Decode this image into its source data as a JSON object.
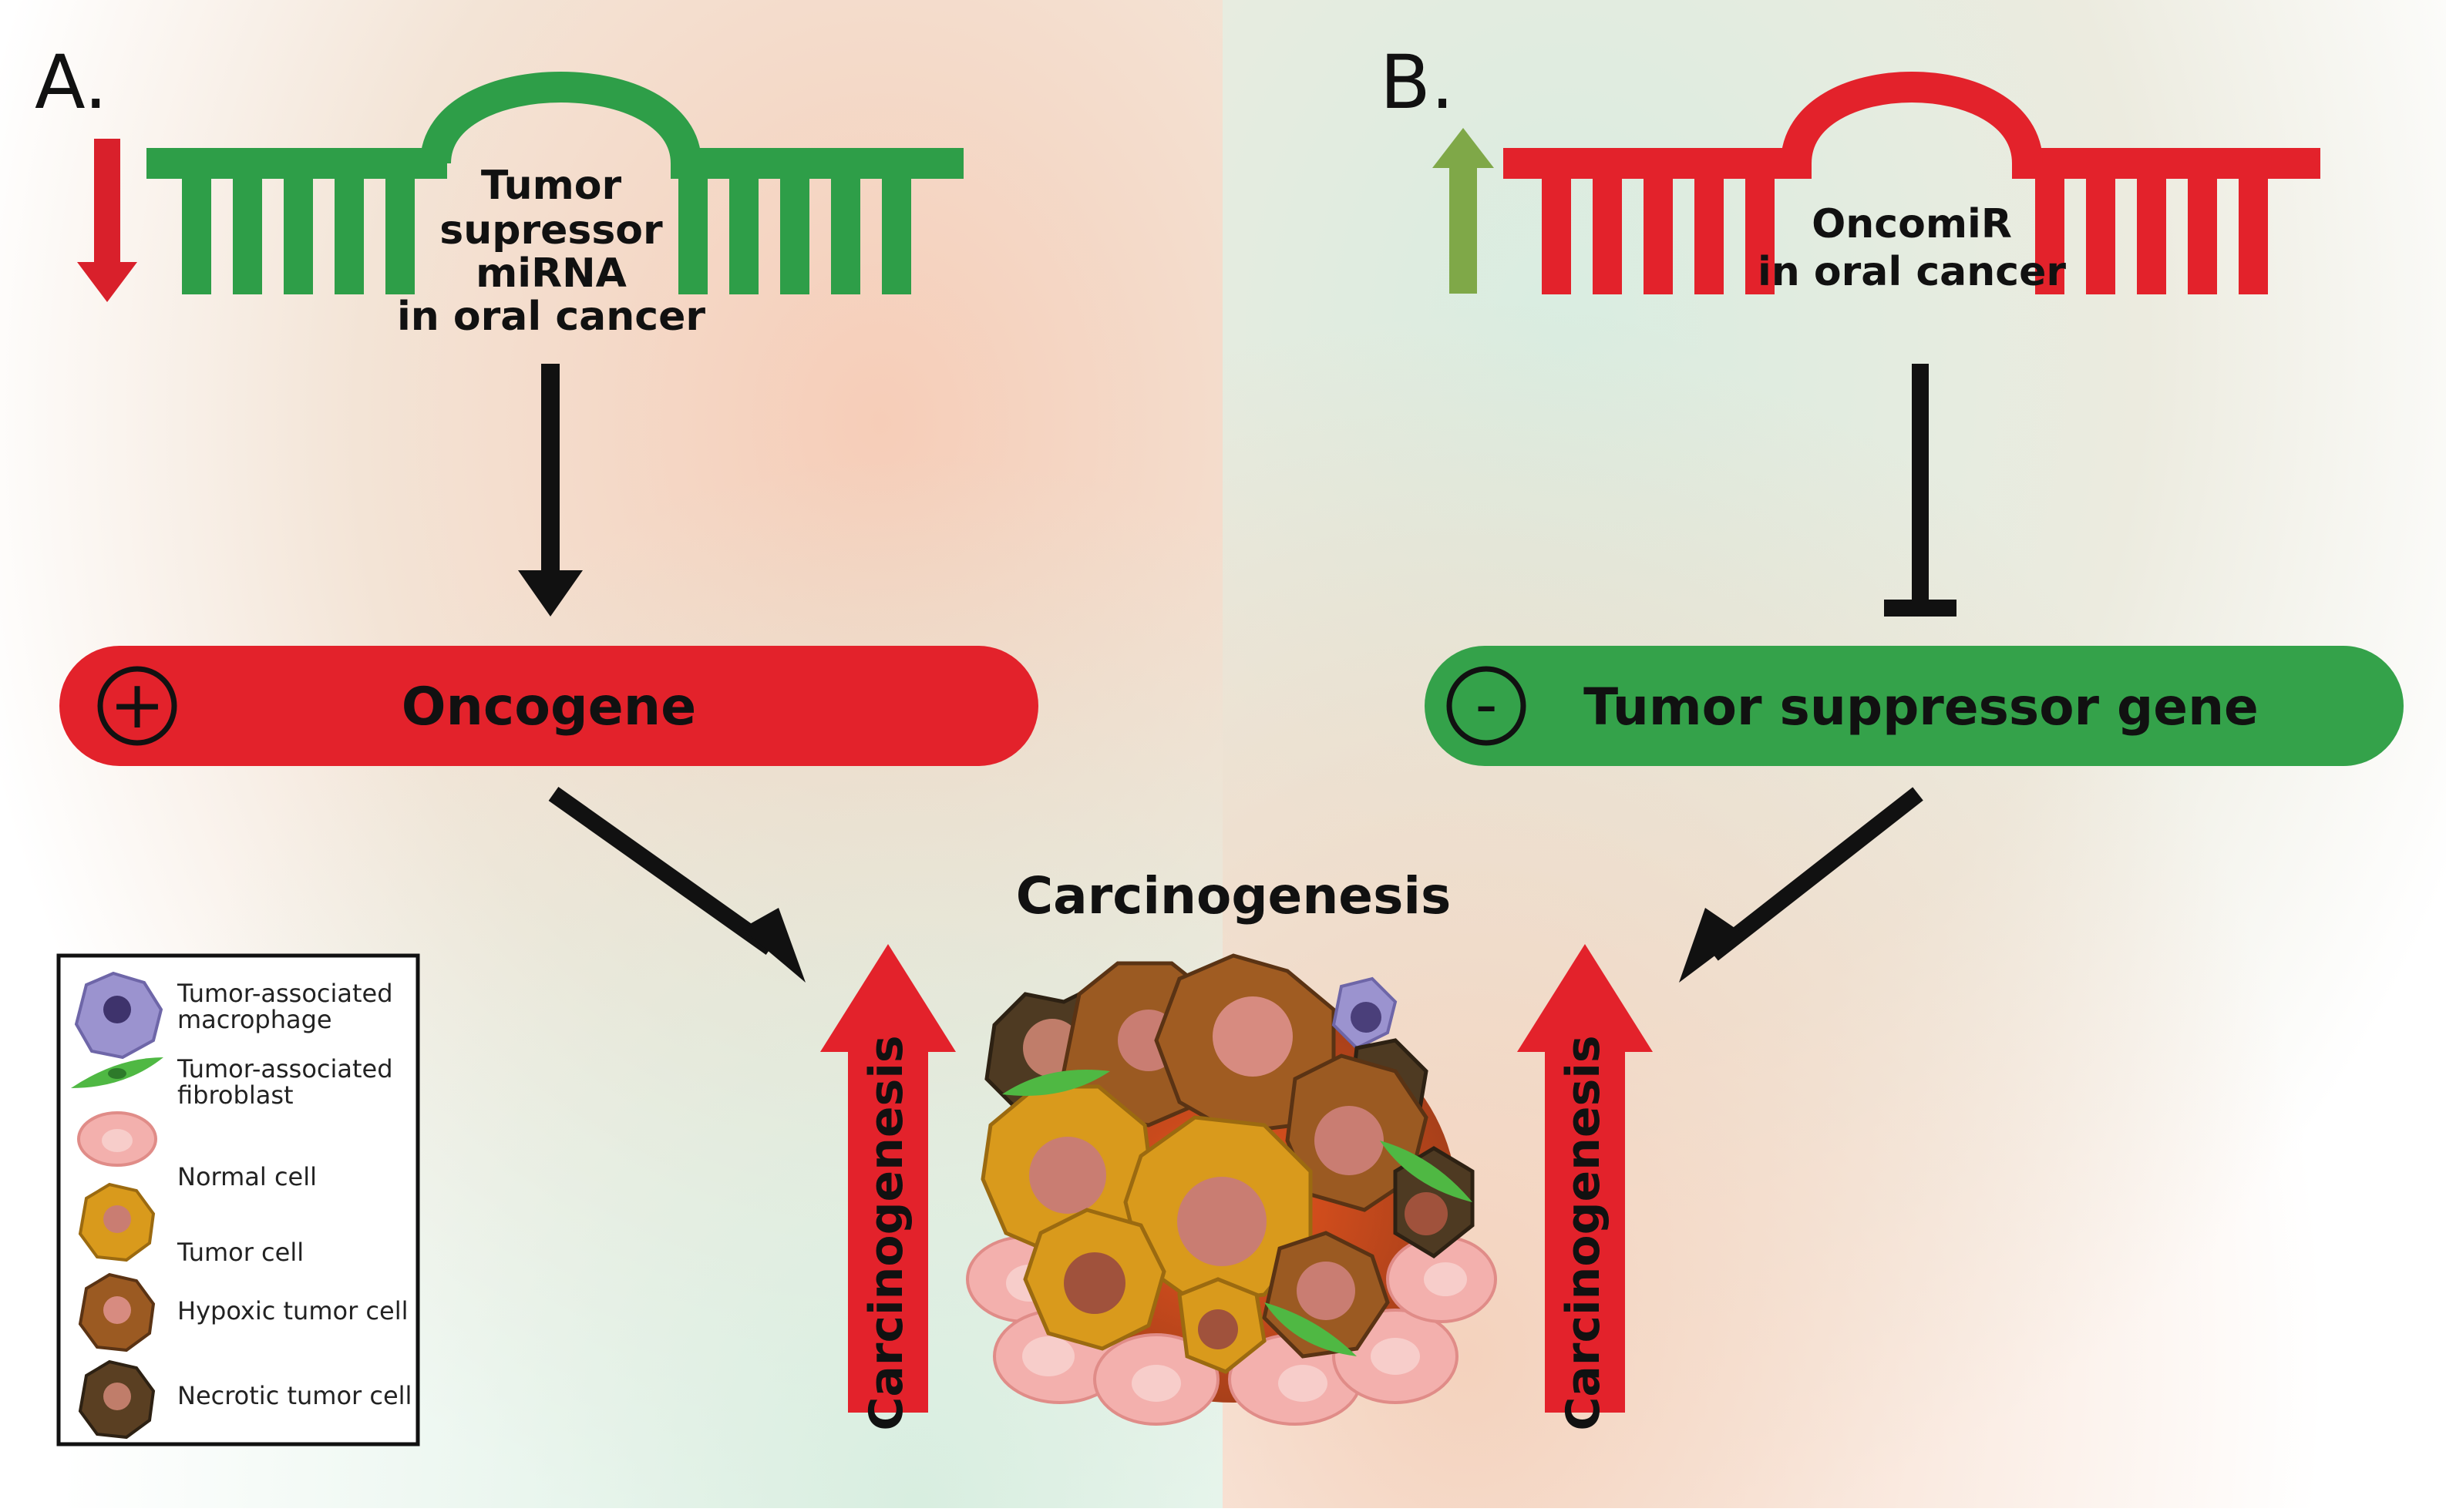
{
  "panel_a": {
    "label": "A.",
    "mirna_lines": [
      "Tumor",
      "supressor",
      "miRNA",
      "in oral cancer"
    ],
    "gene_sign": "+",
    "gene_label": "Oncogene",
    "arrow_label": "Carcinogenesis",
    "mirna_color": "#2e9e48",
    "trend": "down",
    "trend_color": "#d9202b",
    "relation": "activates",
    "gene_color": "#e3222b"
  },
  "panel_b": {
    "label": "B.",
    "mirna_lines": [
      "OncomiR",
      "in oral cancer"
    ],
    "gene_sign": "-",
    "gene_label": "Tumor suppressor gene",
    "arrow_label": "Carcinogenesis",
    "mirna_color": "#e3222b",
    "trend": "up",
    "trend_color": "#7fa848",
    "relation": "inhibits",
    "gene_color": "#34a24a"
  },
  "center": {
    "title": "Carcinogenesis"
  },
  "legend": {
    "items": [
      {
        "lines": [
          "Tumor-associated",
          "macrophage"
        ],
        "icon": "macrophage-icon",
        "color": "#9b93cf"
      },
      {
        "lines": [
          "Tumor-associated",
          "fibroblast"
        ],
        "icon": "fibroblast-icon",
        "color": "#4fb843"
      },
      {
        "lines": [
          "Normal cell"
        ],
        "icon": "normal-cell-icon",
        "color": "#f3b0ad"
      },
      {
        "lines": [
          "Tumor cell"
        ],
        "icon": "tumor-cell-icon",
        "color": "#d99a1c"
      },
      {
        "lines": [
          "Hypoxic tumor cell"
        ],
        "icon": "hypoxic-tumor-cell-icon",
        "color": "#9b5a22"
      },
      {
        "lines": [
          "Necrotic tumor cell"
        ],
        "icon": "necrotic-tumor-cell-icon",
        "color": "#5a3f22"
      }
    ]
  }
}
